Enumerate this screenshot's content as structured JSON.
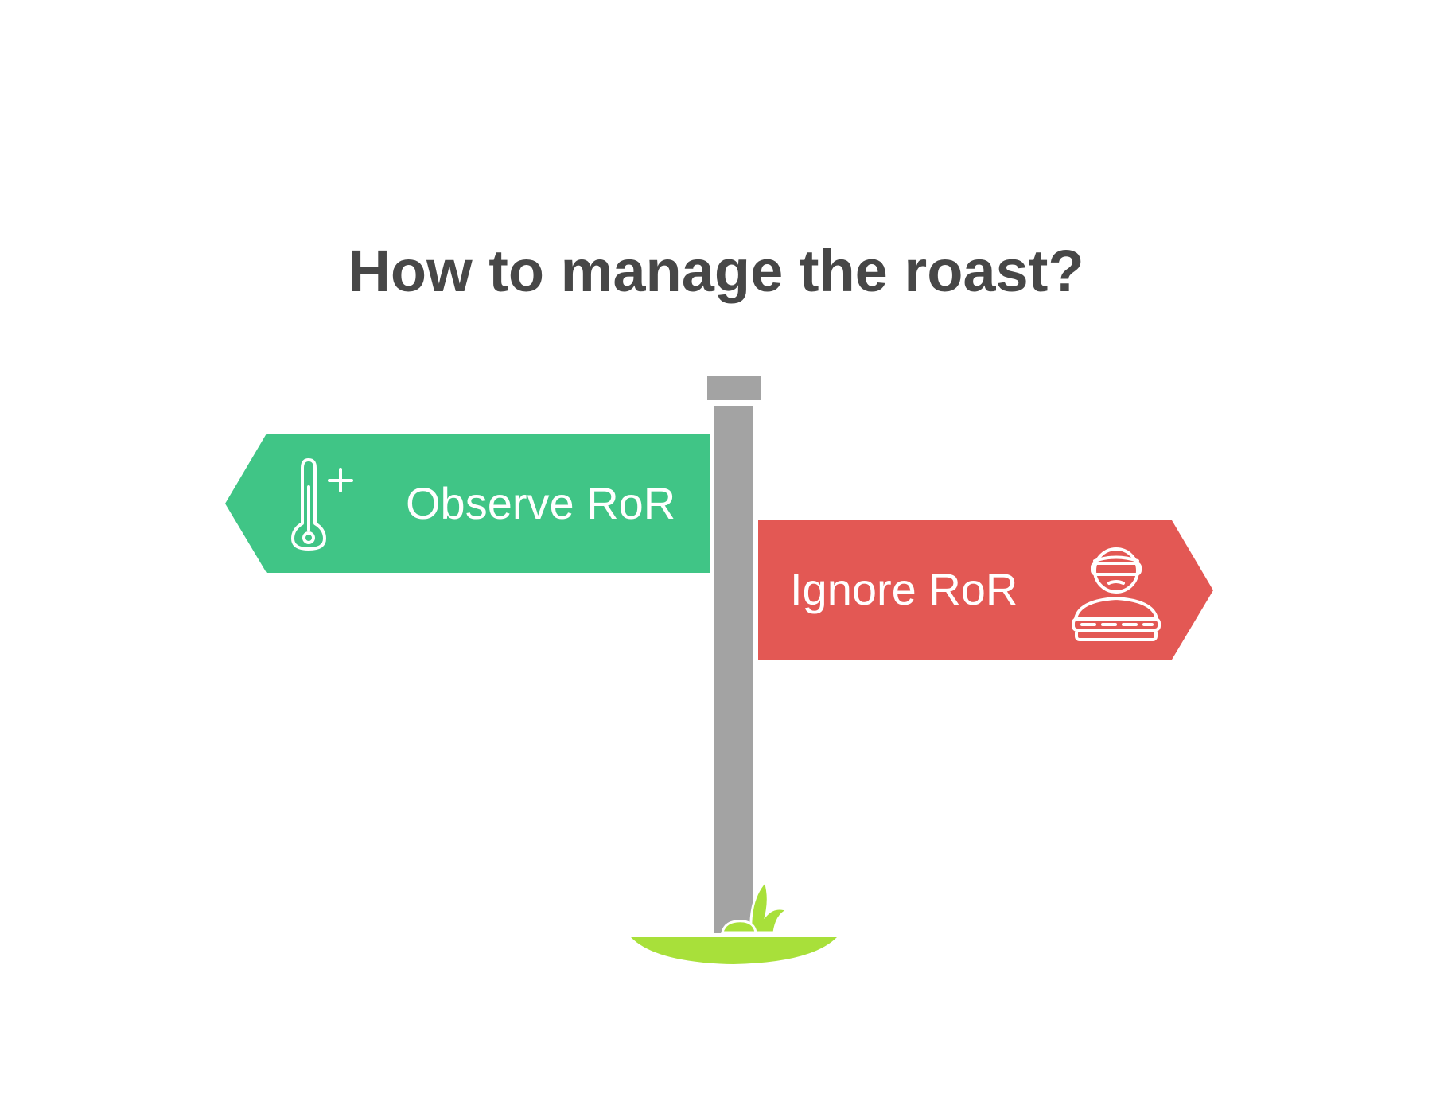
{
  "title": "How to manage the roast?",
  "colors": {
    "title": "#474747",
    "left_sign": "#40C586",
    "right_sign": "#E35854",
    "post": "#A3A3A3",
    "grass": "#A8E03A",
    "icon_stroke": "#ffffff"
  },
  "signs": [
    {
      "label": "Observe RoR",
      "direction": "left",
      "icon": "thermometer-plus-icon"
    },
    {
      "label": "Ignore RoR",
      "direction": "right",
      "icon": "masked-person-icon"
    }
  ]
}
